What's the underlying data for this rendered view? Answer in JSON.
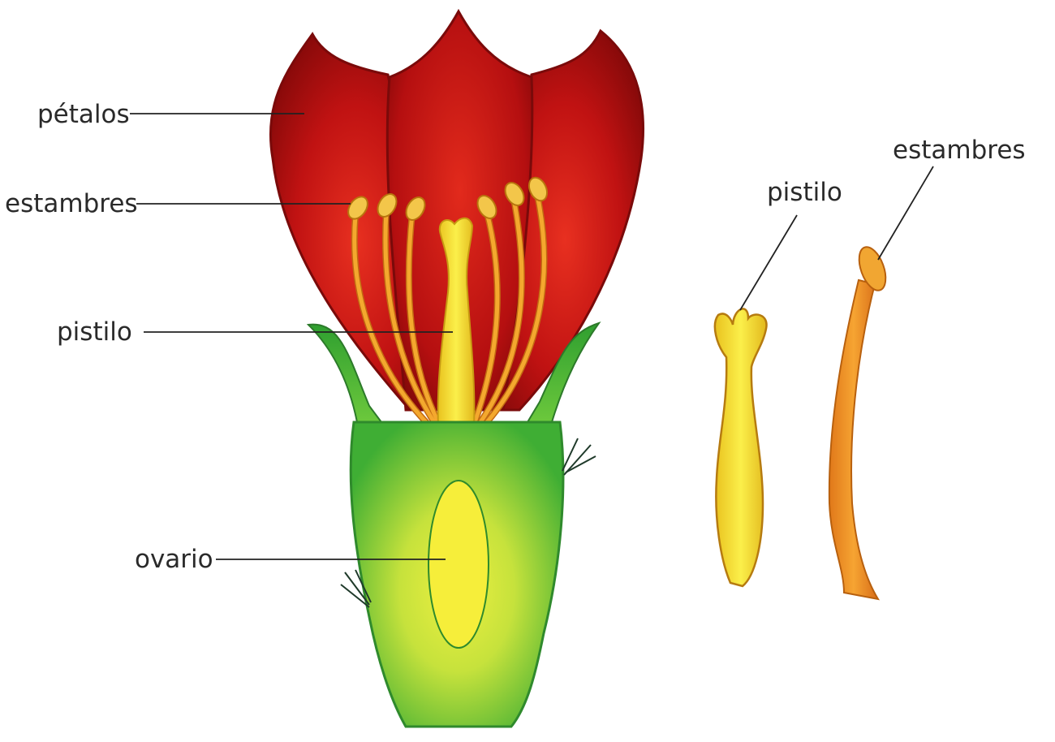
{
  "diagram": {
    "flower_labels": {
      "petals": "pétalos",
      "stamens": "estambres",
      "pistil": "pistilo",
      "ovary": "ovario"
    },
    "detail_labels": {
      "pistil": "pistilo",
      "stamen": "estambres"
    },
    "colors": {
      "petal": "#c01212",
      "petal_dark": "#8a0a0a",
      "calyx": "#5cbf3a",
      "calyx_light": "#e9ee3a",
      "pistil": "#f4df2a",
      "stamen_filament": "#f0a020",
      "anther": "#f3c64a",
      "leader_line": "#222222"
    }
  }
}
